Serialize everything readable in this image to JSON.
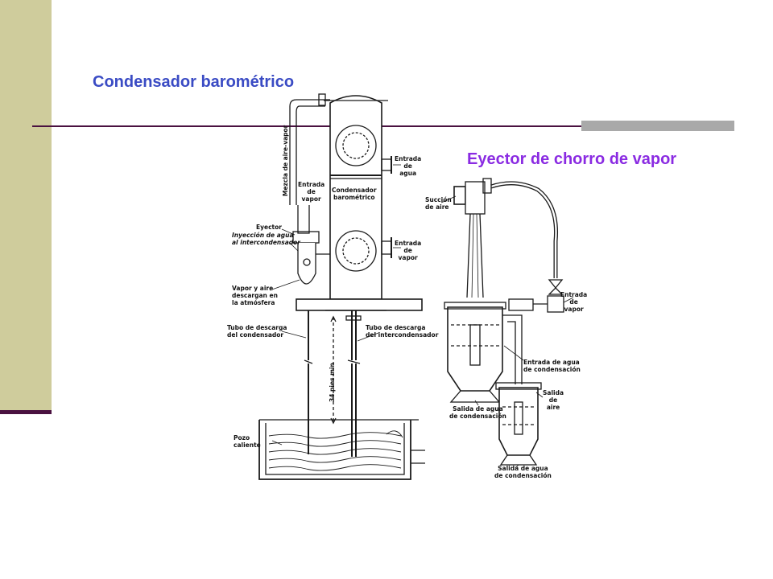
{
  "slide": {
    "title_left": "Condensador barométrico",
    "title_right": "Eyector de chorro de vapor"
  },
  "condenser": {
    "vertical_label": "Mezcla de aire-vapor",
    "entrada_vapor_top": "Entrada\nde\nvapor",
    "condensador_barometrico": "Condensador\nbarométrico",
    "entrada_agua": "Entrada\nde\nagua",
    "entrada_vapor_right": "Entrada\nde\nvapor",
    "eyector": "Eyector",
    "inyeccion": "Inyección de agua\nal intercondensador",
    "vapor_aire": "Vapor y aire\ndescargan en\nla atmósfera",
    "tubo_condensador": "Tubo de descarga\ndel condensador",
    "tubo_intercondensador": "Tubo de descarga\ndel intercondensador",
    "height": "34 pies min",
    "pozo": "Pozo\ncaliente"
  },
  "ejector": {
    "succion": "Succión\nde aire",
    "entrada_vapor": "Entrada\nde\nvapor",
    "entrada_agua": "Entrada de agua\nde condensación",
    "salida_aire": "Salida\nde\naire",
    "salida_agua_1": "Salida de agua\nde condensación",
    "salida_agua_2": "Salida de agua\nde condensación"
  }
}
